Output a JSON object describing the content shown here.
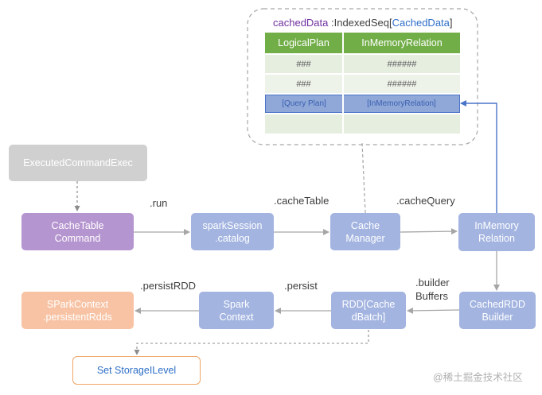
{
  "colors": {
    "gray": "#d0d0d0",
    "purple": "#b595cf",
    "blue": "#a3b4e0",
    "orange": "#f8c3a4",
    "table_header": "#72ae48",
    "table_row": "#e6eee0",
    "table_row_highlight": "#8fa8d8",
    "highlight_text": "#3a5fb0",
    "arrow": "#a6a6a6",
    "arrow_blue": "#4a74c7",
    "dashed": "#a6a6a6",
    "storage_border": "#f0a668",
    "storage_text": "#2f6fc7"
  },
  "table": {
    "title_name": "cachedData",
    "title_sep": " :IndexedSeq[",
    "title_type": "CachedData",
    "title_end": "]",
    "headers": [
      "LogicalPlan",
      "InMemoryRelation"
    ],
    "rows": [
      [
        "###",
        "######"
      ],
      [
        "###",
        "######"
      ],
      [
        "[Query Plan]",
        "[InMemoryRelation]"
      ],
      [
        "",
        ""
      ]
    ]
  },
  "nodes": {
    "executed": "ExecutedCommandExec",
    "cachetable_cmd": "CacheTable\nCommand",
    "spark_session": "sparkSession\n.catalog",
    "cache_manager": "Cache\nManager",
    "inmemory_relation": "InMemory\nRelation",
    "cachedrdd_builder": "CachedRDD\nBuilder",
    "rdd_cachedbatch": "RDD[Cache\ndBatch]",
    "spark_context": "Spark\nContext",
    "persistent_rdds": "SParkContext\n.persistentRdds",
    "storage_level": "Set StorageILevel"
  },
  "labels": {
    "run": ".run",
    "cache_table": ".cacheTable",
    "cache_query": ".cacheQuery",
    "builder_buffers": ".builder\nBuffers",
    "persist": ".persist",
    "persist_rdd": ".persistRDD"
  },
  "watermark": "@稀土掘金技术社区"
}
